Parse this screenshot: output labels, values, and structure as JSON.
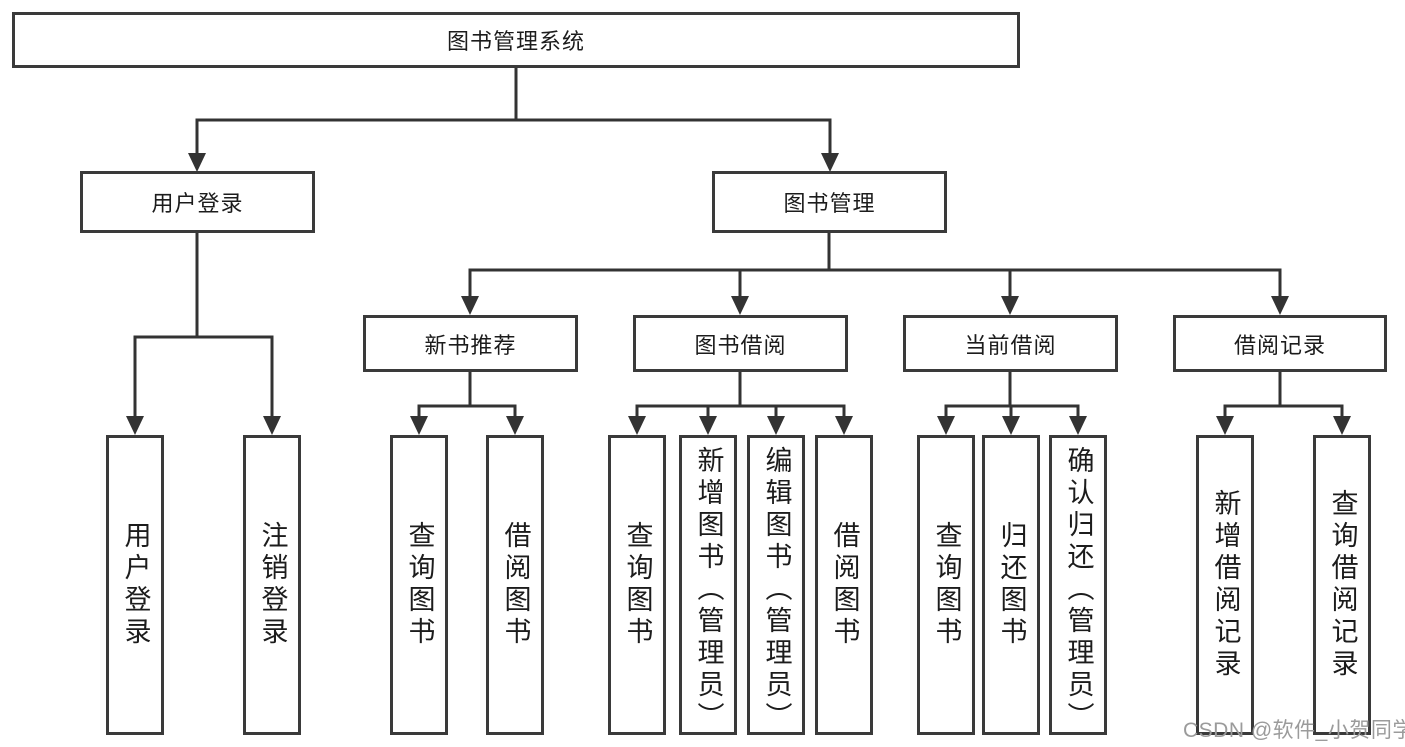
{
  "nodes": {
    "root": "图书管理系统",
    "user_login_module": "用户登录",
    "book_management": "图书管理",
    "new_book_recommend": "新书推荐",
    "book_borrowing": "图书借阅",
    "current_borrowing": "当前借阅",
    "borrowing_records": "借阅记录",
    "leaf_user_login": "用户登录",
    "leaf_user_logout": "注销登录",
    "leaf_nb_query_books": "查询图书",
    "leaf_nb_borrow_books": "借阅图书",
    "leaf_bb_query_books": "查询图书",
    "leaf_bb_add_books": "新增图书（管理员）",
    "leaf_bb_edit_books": "编辑图书（管理员）",
    "leaf_bb_borrow_books": "借阅图书",
    "leaf_cb_query_books": "查询图书",
    "leaf_cb_return_books": "归还图书",
    "leaf_cb_confirm_return": "确认归还（管理员）",
    "leaf_br_add_record": "新增借阅记录",
    "leaf_br_query_record": "查询借阅记录"
  },
  "watermark": "CSDN @软件_小贺同学",
  "colors": {
    "line": "#333333",
    "box_border": "#3a3a3a",
    "text": "#1c1c1c",
    "watermark": "#9b9b9b",
    "background": "#ffffff"
  }
}
